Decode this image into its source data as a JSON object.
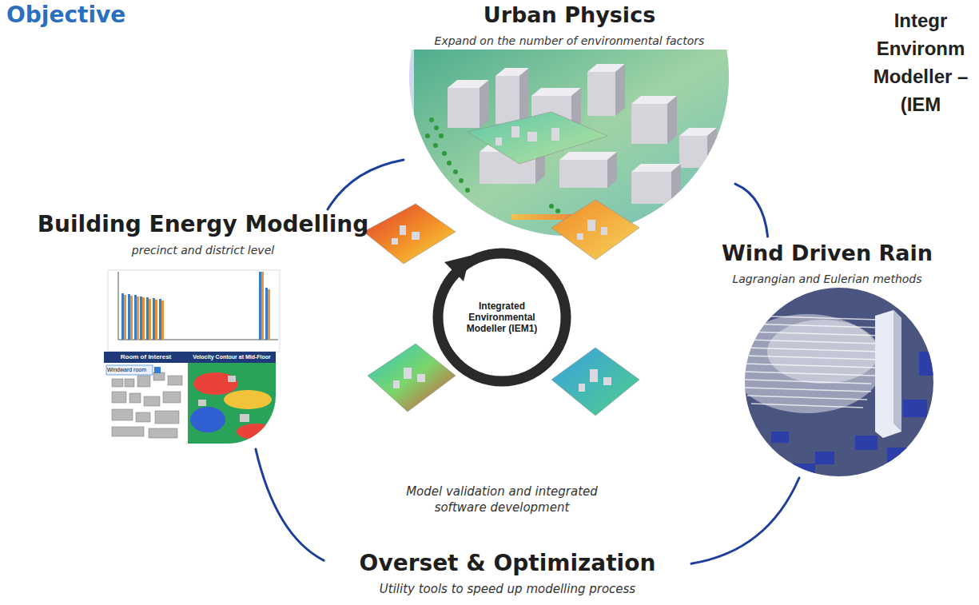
{
  "diagram": {
    "title": "Objective",
    "nodes": [
      {
        "text": [
          "Urban Physics",
          "Expand on the number of environmental factors"
        ]
      },
      {
        "text": [
          "Building Energy Modelling",
          "precinct and district level"
        ]
      },
      {
        "text": [
          "Wind Driven Rain",
          "Lagrangian and Eulerian methods"
        ]
      },
      {
        "text": [
          "Integrated Environmental Modeller (IEM1)",
          "Model validation and integrated software development"
        ]
      },
      {
        "text": [
          "Overset & Optimization",
          "Utility tools to speed up modelling process"
        ]
      }
    ],
    "edges": [
      {
        "from": 0,
        "to": 2,
        "arrow": "none"
      },
      {
        "from": 2,
        "to": 4,
        "arrow": "none"
      },
      {
        "from": 4,
        "to": 1,
        "arrow": "none"
      },
      {
        "from": 1,
        "to": 0,
        "arrow": "none"
      }
    ],
    "labels": [
      "Integr Environm Modeller – (IEM",
      "Room of Interest",
      "Velocity Contour at Mid-Floor",
      "Windward room"
    ]
  }
}
